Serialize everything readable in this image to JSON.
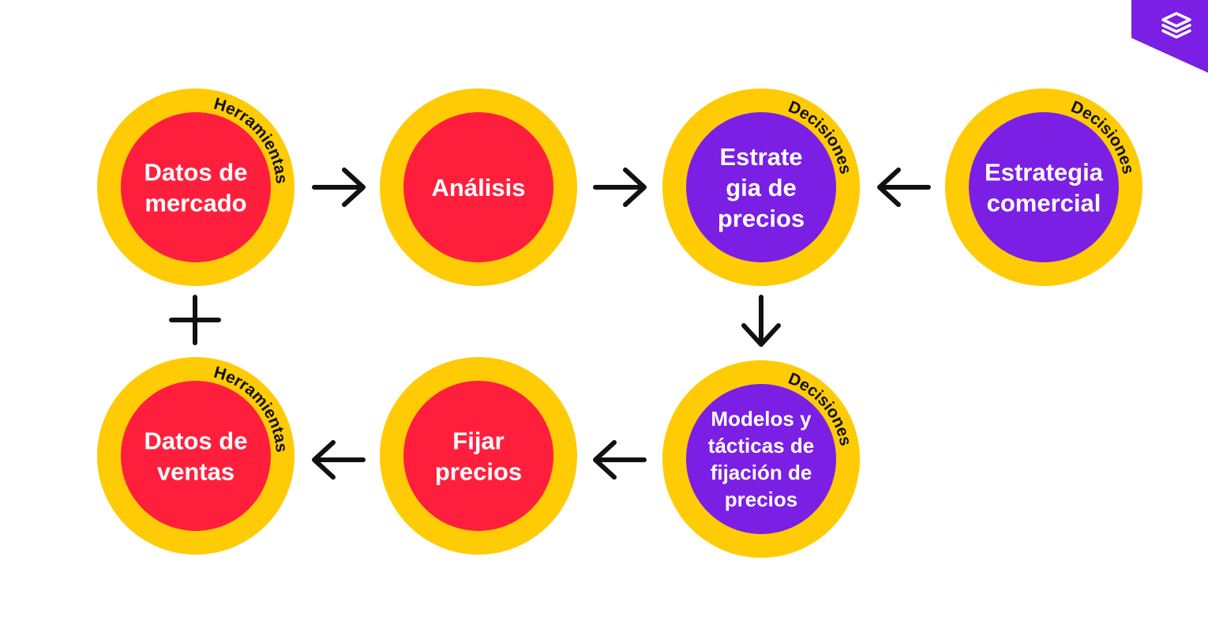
{
  "colors": {
    "ring": "#FFCB05",
    "tools_core": "#FF1F3D",
    "decision_core": "#7B1FE4",
    "label_text": "#FFFFFF",
    "ring_text": "#111111",
    "brand": "#7B1FE4"
  },
  "brand": {
    "icon": "layers-logo-icon"
  },
  "nodes": [
    {
      "id": "datos-mercado",
      "label_lines": [
        "Datos de",
        "mercado"
      ],
      "ring_label": "Herramientas",
      "kind": "tools"
    },
    {
      "id": "analisis",
      "label_lines": [
        "Análisis"
      ],
      "ring_label": "",
      "kind": "tools"
    },
    {
      "id": "estrategia-precios",
      "label_lines": [
        "Estrate",
        "gia de",
        "precios"
      ],
      "ring_label": "Decisiones",
      "kind": "decision"
    },
    {
      "id": "estrategia-comercial",
      "label_lines": [
        "Estrategia",
        "comercial"
      ],
      "ring_label": "Decisiones",
      "kind": "decision"
    },
    {
      "id": "datos-ventas",
      "label_lines": [
        "Datos de",
        "ventas"
      ],
      "ring_label": "Herramientas",
      "kind": "tools"
    },
    {
      "id": "fijar-precios",
      "label_lines": [
        "Fijar",
        "precios"
      ],
      "ring_label": "",
      "kind": "tools"
    },
    {
      "id": "modelos-tacticas",
      "label_lines": [
        "Modelos y",
        "tácticas de",
        "fijación de",
        "precios"
      ],
      "ring_label": "Decisiones",
      "kind": "decision"
    }
  ],
  "edges": [
    {
      "from": "datos-mercado",
      "to": "analisis"
    },
    {
      "from": "analisis",
      "to": "estrategia-precios"
    },
    {
      "from": "estrategia-comercial",
      "to": "estrategia-precios"
    },
    {
      "from": "estrategia-precios",
      "to": "modelos-tacticas"
    },
    {
      "from": "modelos-tacticas",
      "to": "fijar-precios"
    },
    {
      "from": "fijar-precios",
      "to": "datos-ventas"
    }
  ],
  "combine_symbol": "plus"
}
